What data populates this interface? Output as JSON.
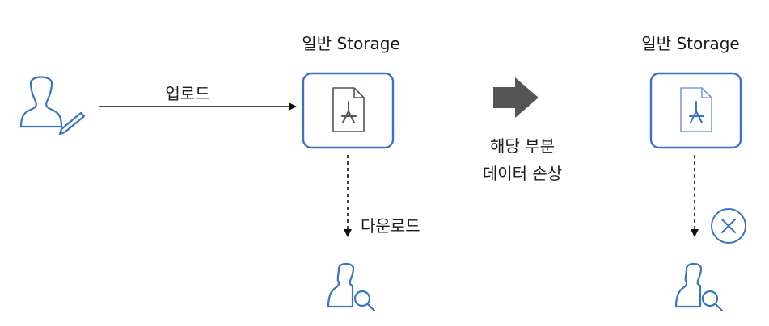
{
  "left_panel": {
    "storage_title": "일반 Storage",
    "upload_label": "업로드",
    "download_label": "다운로드"
  },
  "transition": {
    "caption_line1": "해당 부분",
    "caption_line2": "데이터 손상"
  },
  "right_panel": {
    "storage_title": "일반 Storage"
  },
  "colors": {
    "icon_blue": "#3a73c2",
    "arrow_gray": "#555555",
    "line": "#111111"
  }
}
